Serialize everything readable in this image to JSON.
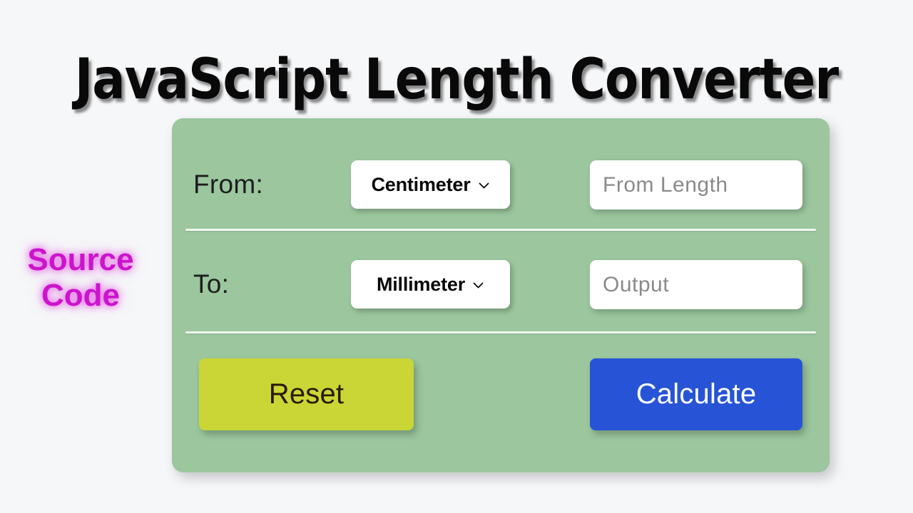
{
  "page": {
    "title": "JavaScript Length Converter",
    "background_color": "#f6f7f9"
  },
  "watermark": {
    "line1": "Source",
    "line2": "Code",
    "color": "#cc14cc"
  },
  "card": {
    "background_color": "#9bc69e",
    "rows": [
      {
        "label": "From:",
        "select": {
          "name": "from-unit-select",
          "selected": "Centimeter",
          "icon": "chevron-down-icon"
        },
        "input": {
          "name": "from-length-input",
          "value": "",
          "placeholder": "From Length"
        }
      },
      {
        "label": "To:",
        "select": {
          "name": "to-unit-select",
          "selected": "Millimeter",
          "icon": "chevron-down-icon"
        },
        "input": {
          "name": "output-input",
          "value": "",
          "placeholder": "Output"
        }
      }
    ],
    "buttons": {
      "reset": {
        "label": "Reset",
        "background_color": "#c9d635",
        "text_color": "#2b1a08"
      },
      "calculate": {
        "label": "Calculate",
        "background_color": "#2754d6",
        "text_color": "#ffffff"
      }
    }
  }
}
